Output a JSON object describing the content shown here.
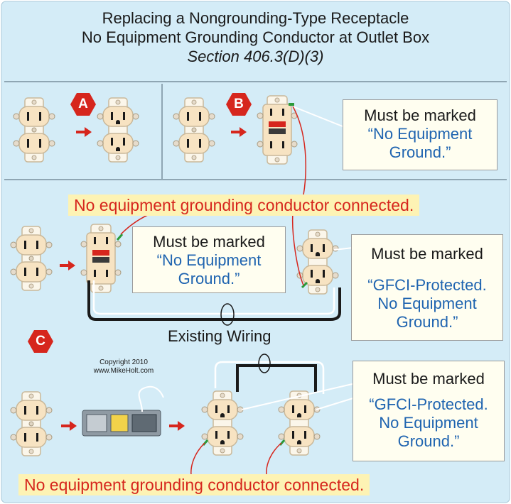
{
  "title": {
    "line1": "Replacing a Nongrounding-Type Receptacle",
    "line2": "No Equipment Grounding Conductor at Outlet Box",
    "line3": "Section 406.3(D)(3)"
  },
  "labels": {
    "a": "A",
    "b": "B",
    "c": "C"
  },
  "notes": {
    "b": {
      "line1": "Must be marked",
      "line2": "“No Equipment",
      "line3": "Ground.”"
    },
    "c_gfci": {
      "line1": "Must be marked",
      "line2": "“No Equipment",
      "line3": "Ground.”"
    },
    "c_right": {
      "line1": "Must be marked",
      "line2": "“GFCI-Protected.",
      "line3": "No Equipment",
      "line4": "Ground.”"
    },
    "c_bottom": {
      "line1": "Must be marked",
      "line2": "“GFCI-Protected.",
      "line3": "No Equipment",
      "line4": "Ground.”"
    }
  },
  "warnings": {
    "top": "No equipment grounding conductor connected.",
    "bottom": "No equipment grounding conductor connected."
  },
  "existing_wiring": "Existing Wiring",
  "copyright": {
    "line1": "Copyright 2010",
    "line2": "www.MikeHolt.com"
  },
  "colors": {
    "background": "#d4ecf7",
    "hex_badge": "#d6261d",
    "arrow": "#d6261d",
    "note_blue": "#1f64b0",
    "warning_text": "#d6261d",
    "warning_band": "#fdf3b4",
    "receptacle": "#f7e3c2"
  }
}
